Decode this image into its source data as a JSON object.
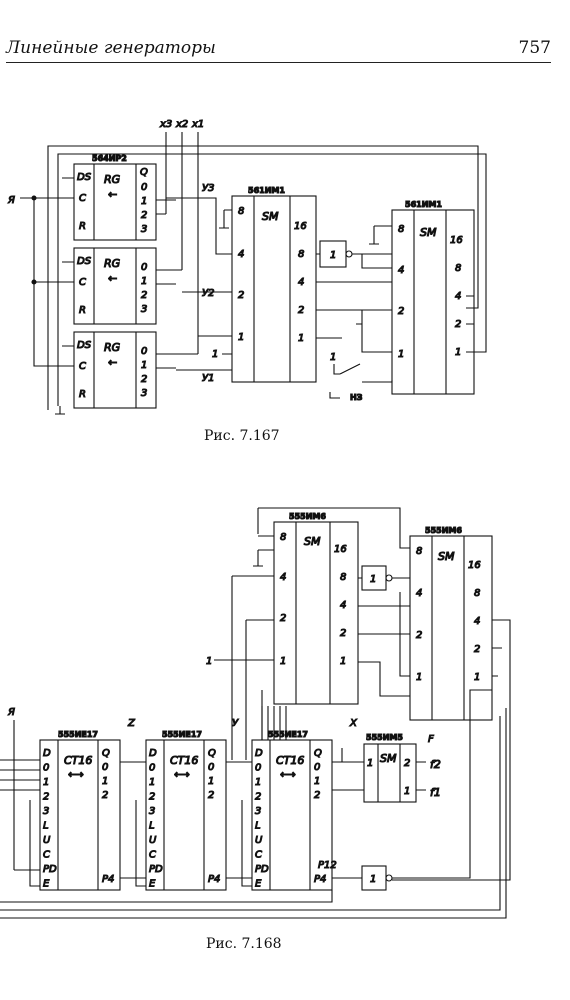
{
  "header": {
    "title": "Линейные генераторы",
    "page_number": "757"
  },
  "figure1": {
    "caption": "Рис. 7.167",
    "clock_label": "Я",
    "outputs": [
      "x3",
      "x2",
      "x1"
    ],
    "register_chip": "564ИР2",
    "register_fn": "RG",
    "register_arrow": "←",
    "register_pins_left": [
      "DS",
      "C",
      "R"
    ],
    "register_pins_right": [
      "Q",
      "0",
      "1",
      "2",
      "3"
    ],
    "adder_chip": "561ИМ1",
    "adder_fn": "SM",
    "adder_inputs": [
      "8",
      "4",
      "2",
      "1"
    ],
    "adder_outputs": [
      "16",
      "8",
      "4",
      "2",
      "1"
    ],
    "y_labels": [
      "У3",
      "У2",
      "У1"
    ],
    "logic_one": "1",
    "inverter": "1",
    "switch_label": "НЗ"
  },
  "figure2": {
    "caption": "Рис. 7.168",
    "clock_label": "Я",
    "counter_chip": "555ИЕ17",
    "counter_fn": "CT16",
    "counter_arrow": "⟷",
    "counter_pins_left": [
      "D",
      "0",
      "1",
      "2",
      "3",
      "L",
      "U",
      "C",
      "PD",
      "E"
    ],
    "counter_pins_right": [
      "Q",
      "0",
      "1",
      "2",
      "P4"
    ],
    "adder_chip": "555ИМ6",
    "adder_fn": "SM",
    "adder_inputs": [
      "8",
      "4",
      "2",
      "1"
    ],
    "adder_outputs": [
      "16",
      "8",
      "4",
      "2",
      "1"
    ],
    "small_adder_chip": "555ИМ5",
    "small_adder_fn": "SM",
    "small_adder_pins": [
      "1",
      "2",
      "1"
    ],
    "f_outputs": [
      "f2",
      "f1"
    ],
    "node_labels": [
      "Z",
      "У",
      "X",
      "F",
      "P12"
    ],
    "logic_one": "1",
    "inverter": "1"
  }
}
